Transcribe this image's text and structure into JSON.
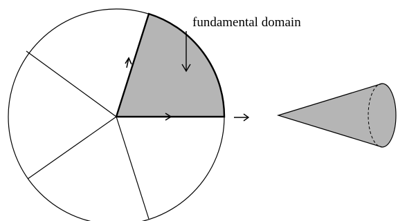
{
  "diagram": {
    "label": "fundamental domain",
    "colors": {
      "shaded": "#b5b5b5",
      "stroke": "#000000",
      "background": "#ffffff"
    },
    "disk": {
      "sectors": 5,
      "shaded_sector": "upper-right, between the horizontal radius and the radius to the top"
    },
    "cone": {
      "fill": "#b5b5b5",
      "base_back_edge": "dashed"
    }
  }
}
